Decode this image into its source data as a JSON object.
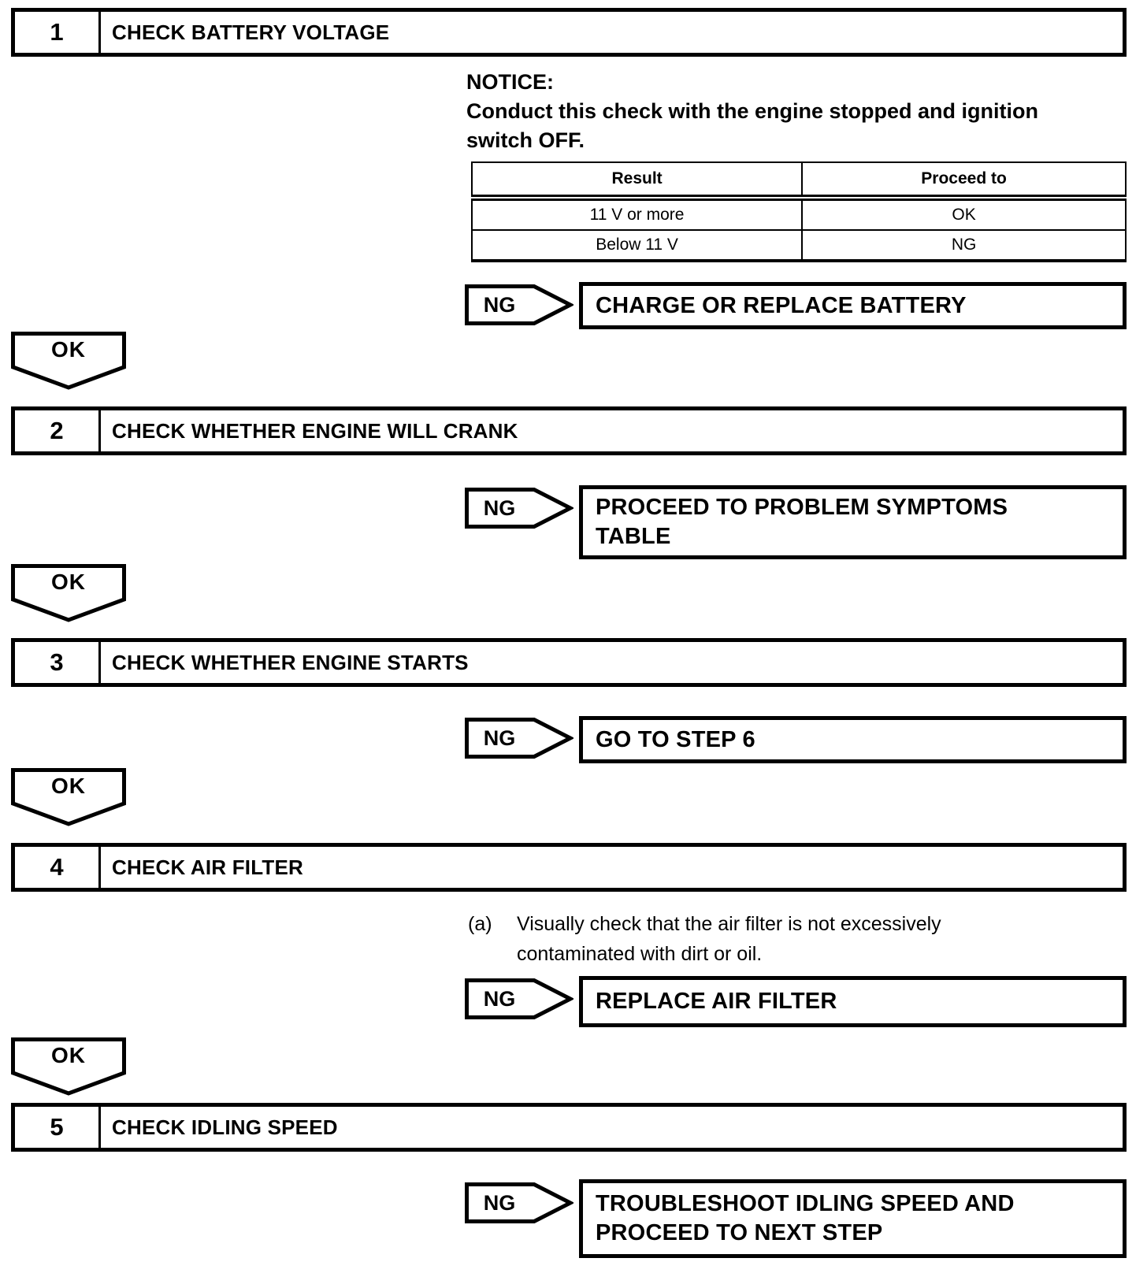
{
  "steps": [
    {
      "number": "1",
      "title": "CHECK BATTERY VOLTAGE"
    },
    {
      "number": "2",
      "title": "CHECK WHETHER ENGINE WILL CRANK"
    },
    {
      "number": "3",
      "title": "CHECK WHETHER ENGINE STARTS"
    },
    {
      "number": "4",
      "title": "CHECK AIR FILTER"
    },
    {
      "number": "5",
      "title": "CHECK IDLING SPEED"
    }
  ],
  "notice": {
    "heading": "NOTICE:",
    "lines": [
      "Conduct this check with the engine stopped and ignition",
      "switch OFF."
    ]
  },
  "result_table": {
    "headers": [
      "Result",
      "Proceed to"
    ],
    "rows": [
      {
        "result": "11 V or more",
        "proceed_to": "OK"
      },
      {
        "result": "Below 11 V",
        "proceed_to": "NG"
      }
    ]
  },
  "connectors": {
    "ng_label": "NG",
    "ok_label": "OK"
  },
  "ng_actions": [
    {
      "lines": [
        "CHARGE OR REPLACE BATTERY"
      ]
    },
    {
      "lines": [
        "PROCEED TO PROBLEM SYMPTOMS",
        "TABLE"
      ]
    },
    {
      "lines": [
        "GO TO STEP 6"
      ]
    },
    {
      "lines": [
        "REPLACE AIR FILTER"
      ]
    },
    {
      "lines": [
        "TROUBLESHOOT IDLING SPEED AND",
        "PROCEED TO NEXT STEP"
      ]
    }
  ],
  "step4_instruction": {
    "marker": "(a)",
    "lines": [
      "Visually check that the air filter is not excessively",
      "contaminated with dirt or oil."
    ]
  },
  "colors": {
    "ink": "#000000",
    "paper": "#ffffff"
  }
}
